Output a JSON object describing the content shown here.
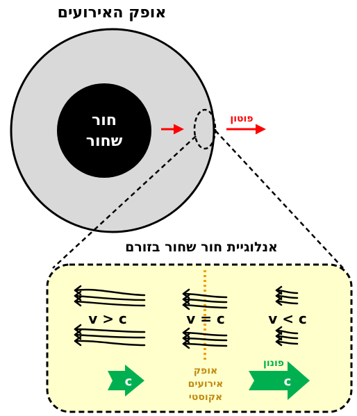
{
  "top_title": "אופק האירועים",
  "black_hole": {
    "line1": "חור",
    "line2": "שחור"
  },
  "photon_label": "פוטון",
  "bottom_title": "אנלוגיית חור שחור בזורם",
  "regions": {
    "left": "v > c",
    "middle": "v = c",
    "right": "v < c"
  },
  "horizon_label": {
    "line1": "אופק",
    "line2": "אירועים",
    "line3": "אקוסטי"
  },
  "phonon_label": "פונון",
  "arrow_letter": "c",
  "colors": {
    "horizon_disk": "#d9d9d9",
    "black_hole": "#000000",
    "photon": "#ff0000",
    "panel": "#ffffcc",
    "phonon": "#00b050",
    "acoustic_horizon": "#f5a000",
    "acoustic_text": "#c08a10"
  }
}
